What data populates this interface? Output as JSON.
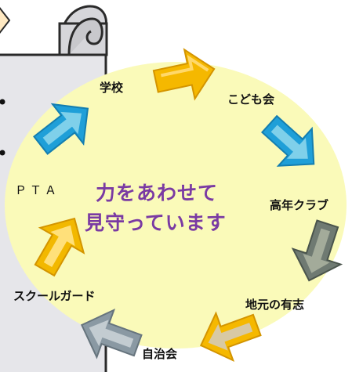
{
  "center_text": {
    "line1": "力をあわせて",
    "line2": "見守っています"
  },
  "nodes": {
    "gakko": "学校",
    "kodomokai": "こども会",
    "koneclub": "高年クラブ",
    "jimoto": "地元の有志",
    "jichikai": "自治会",
    "school_guard": "スクールガード",
    "pta": "ＰＴＡ"
  },
  "colors": {
    "ellipse": "#fafab9",
    "paper": "#e6e6ea",
    "paper_outline": "#2a2a2a",
    "center_text": "#7a3aa3",
    "arrow_gakko_kodomokai": "#f5b800",
    "arrow_kodomokai_kone": "#1f9fd8",
    "arrow_kone_jimoto": "#6f7a72",
    "arrow_jimoto_jichikai": "#f5b800",
    "arrow_jichikai_guard": "#8a99a3",
    "arrow_guard_pta": "#f2b800",
    "arrow_pta_gakko": "#1f9fd8"
  },
  "icons": [
    "scroll-paper-icon",
    "cycle-arrow-icon"
  ]
}
